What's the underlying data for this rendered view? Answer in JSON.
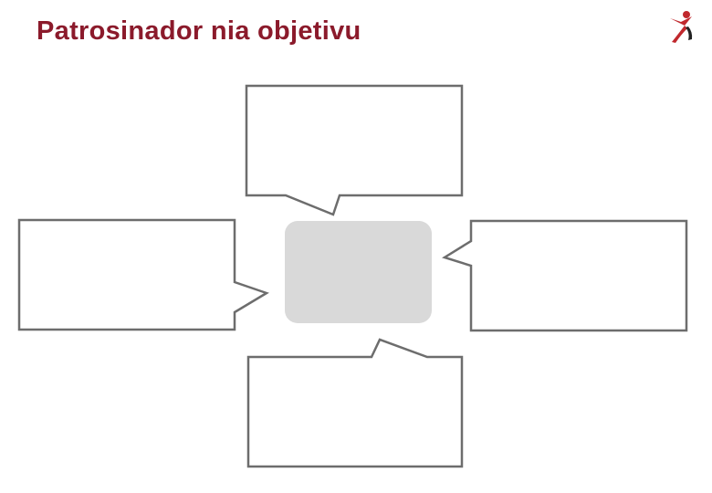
{
  "title": "Patrosinador nia objetivu",
  "logo": {
    "icon": "running-figure-logo-icon",
    "colors": {
      "figure": "#c0282d",
      "accent": "#222222"
    }
  },
  "colors": {
    "title": "#8b1a2b",
    "callout_stroke": "#6d6d6d",
    "center_fill": "#d9d9d9"
  },
  "diagram": {
    "center_box": {
      "text": ""
    },
    "callouts": [
      {
        "id": "top",
        "text": ""
      },
      {
        "id": "left",
        "text": ""
      },
      {
        "id": "right",
        "text": ""
      },
      {
        "id": "bottom",
        "text": ""
      }
    ]
  }
}
